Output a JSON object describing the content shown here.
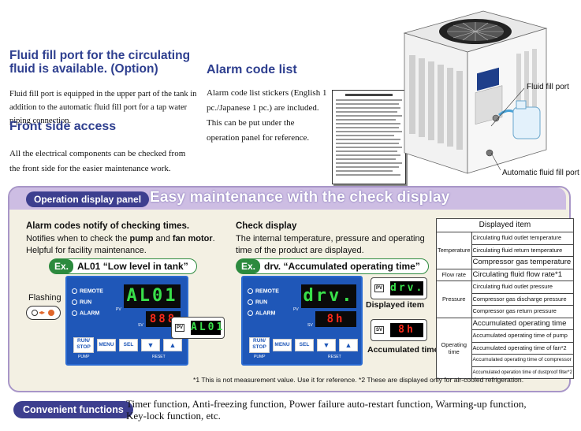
{
  "fill": {
    "title": "Fluid fill port for the circulating fluid is available. (Option)",
    "body": "Fluid fill port is equipped in the upper part of the tank in addition to the automatic fluid fill port for a tap water piping connection."
  },
  "front": {
    "title": "Front side access",
    "body": "All the electrical components can be checked from the front side for the easier maintenance work."
  },
  "alarm": {
    "title": "Alarm code list",
    "body": "Alarm code list stickers (English 1 pc./Japanese 1 pc.) are included. This can be put under the operation panel for reference."
  },
  "unit_callouts": {
    "fill_port": "Fluid fill port",
    "auto_port": "Automatic fluid fill port"
  },
  "panel": {
    "pill": "Operation display panel",
    "headline": "Easy maintenance with the check display",
    "alarm_section": {
      "title": "Alarm codes notify of checking times.",
      "body_pre": "Notifies when to check the ",
      "pump": "pump",
      "and": " and ",
      "fan": "fan motor",
      "body_post": ". Helpful for facility maintenance.",
      "ex_tag": "Ex.",
      "ex_text": "AL01 “Low level in tank”",
      "flashing": "Flashing"
    },
    "check_section": {
      "title": "Check display",
      "body": "The internal temperature, pressure and operating time of the product are displayed.",
      "ex_tag": "Ex.",
      "ex_text": "drv. “Accumulated operating time”",
      "displayed_item": "Displayed item",
      "accumulated_time": "Accumulated time"
    },
    "controller": {
      "remote": "REMOTE",
      "run": "RUN",
      "alarm": "ALARM",
      "pv": "PV",
      "sv": "SV",
      "run_stop": "RUN/ STOP",
      "menu": "MENU",
      "sel": "SEL",
      "pump": "PUMP",
      "reset": "RESET",
      "left_pv": "AL01",
      "left_sv": "888",
      "left_zoom_pv": "AL01",
      "right_pv": "drv.",
      "right_sv": "8h",
      "right_zoom_pv": "drv.",
      "right_zoom_sv": "8h"
    },
    "table": {
      "header": "Displayed item",
      "groups": [
        {
          "name": "Temperature",
          "items": [
            "Circulating fluid outlet temperature",
            "Circulating fluid return temperature",
            "Compressor gas temperature"
          ]
        },
        {
          "name": "Flow rate",
          "items": [
            "Circulating fluid flow rate*1"
          ]
        },
        {
          "name": "Pressure",
          "items": [
            "Circulating fluid outlet pressure",
            "Compressor gas discharge pressure",
            "Compressor gas return pressure"
          ]
        },
        {
          "name": "Operating time",
          "items": [
            "Accumulated operating time",
            "Accumulated operating time of pump",
            "Accumulated operating time of fan*2",
            "Accumulated operating time of compressor",
            "Accumulated operation time of dustproof filter*2"
          ]
        }
      ]
    },
    "footnote": "*1 This is not measurement value. Use it for reference.  *2 These are displayed only for air-cooled refrigeration."
  },
  "convenient": {
    "pill": "Convenient functions",
    "text": "Timer function, Anti-freezing function, Power failure auto-restart function, Warming-up function, Key-lock function, etc."
  },
  "colors": {
    "heading_blue": "#2e3f8f",
    "panel_bg": "#f3f0e3",
    "panel_header": "#cdbde3",
    "controller_blue": "#1f57b8",
    "ex_green": "#2c8a3e",
    "led_green": "#39e04a",
    "led_red": "#ff2a1a"
  }
}
